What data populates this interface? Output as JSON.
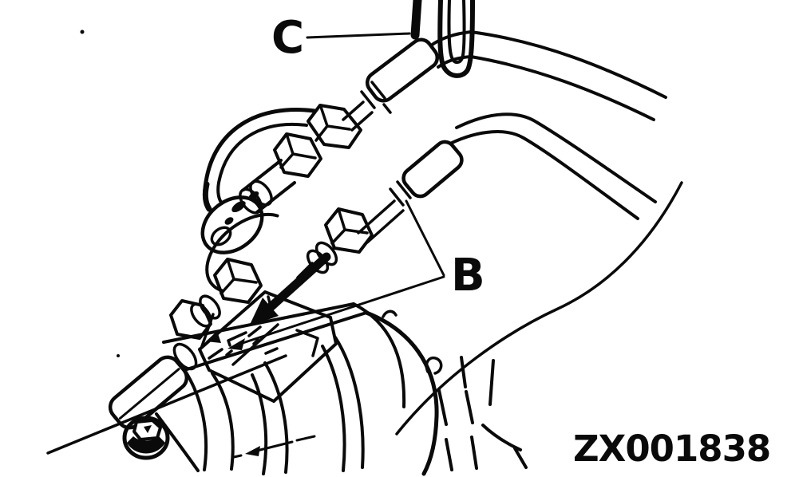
{
  "labels": {
    "c": "C",
    "b": "B"
  },
  "figure_code": "ZX001838",
  "colors": {
    "ink": "#0a0a0a",
    "background": "#ffffff"
  }
}
